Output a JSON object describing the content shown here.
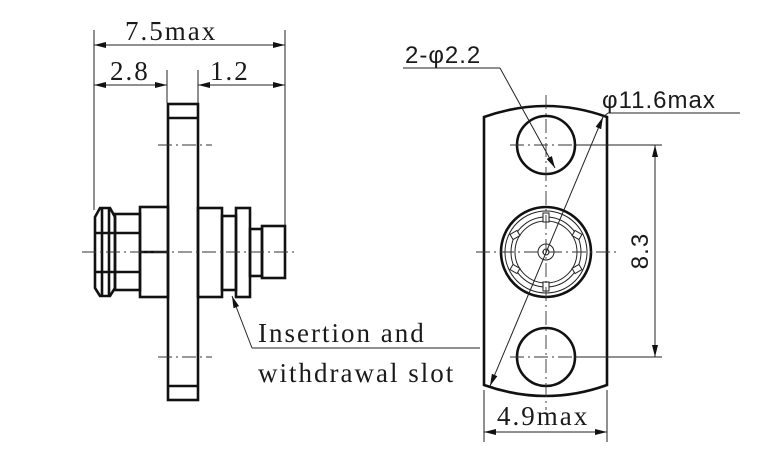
{
  "left_view": {
    "overall_length": "7.5max",
    "left_length": "2.8",
    "right_length": "1.2",
    "callout_line1": "Insertion and",
    "callout_line2": "withdrawal slot"
  },
  "right_view": {
    "holes": "2-φ2.2",
    "diameter": "φ11.6max",
    "hole_spacing": "8.3",
    "width": "4.9max"
  }
}
